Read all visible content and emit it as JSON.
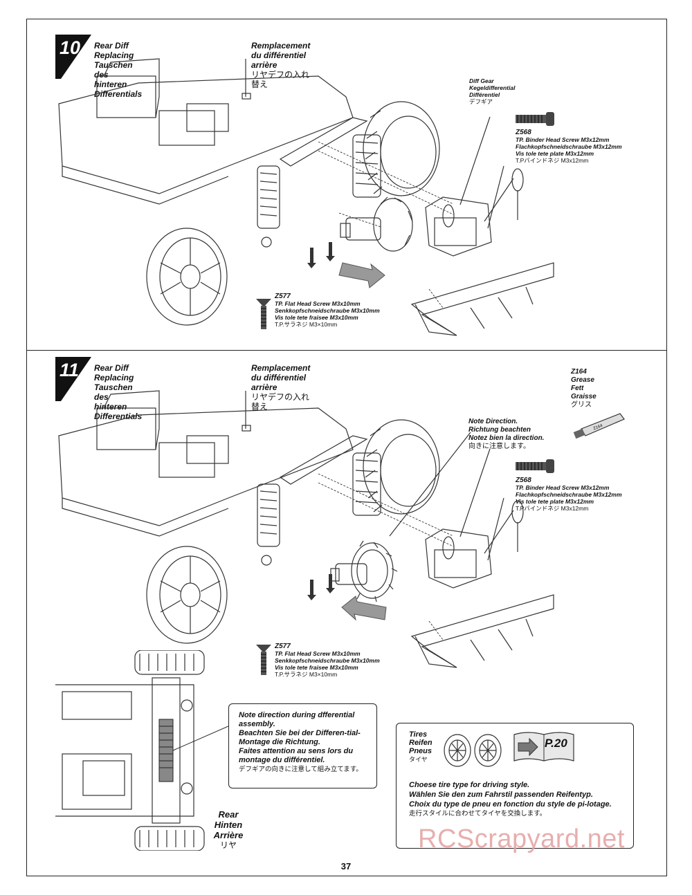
{
  "page_number": "37",
  "watermark": "RCScrapyard.net",
  "steps": [
    {
      "number": "10",
      "title_en": "Rear Diff Replacing",
      "title_de": "Tauschen des hinteren Differentials",
      "title_fr": "Remplacement du différentiel arrière",
      "title_jp": "リヤデフの入れ替え",
      "diff_gear": {
        "en": "Diff Gear",
        "de": "Kegeldifferential",
        "fr": "Différentiel",
        "jp": "デフギア"
      },
      "screw_top": {
        "code": "Z568",
        "en": "TP. Binder Head Screw M3x12mm",
        "de": "Flachkopfschneidschraube M3x12mm",
        "fr": "Vis tole tete plate M3x12mm",
        "jp": "T.Pバインドネジ M3x12mm"
      },
      "screw_bottom": {
        "code": "Z577",
        "en": "TP. Flat Head Screw M3x10mm",
        "de": "Senkkopfschneidschraube M3x10mm",
        "fr": "Vis tole tete fraisee M3x10mm",
        "jp": "T.P.サラネジ M3×10mm"
      }
    },
    {
      "number": "11",
      "title_en": "Rear Diff Replacing",
      "title_de": "Tauschen des hinteren Differentials",
      "title_fr": "Remplacement du différentiel arrière",
      "title_jp": "リヤデフの入れ替え",
      "grease": {
        "code": "Z164",
        "en": "Grease",
        "de": "Fett",
        "fr": "Graisse",
        "jp": "グリス",
        "tube_label": "Z164"
      },
      "note_direction": {
        "en": "Note Direction.",
        "de": "Richtung beachten",
        "fr": "Notez bien la direction.",
        "jp": "向きに注意します。"
      },
      "screw_top": {
        "code": "Z568",
        "en": "TP. Binder Head Screw M3x12mm",
        "de": "Flachkopfschneidschraube M3x12mm",
        "fr": "Vis tole tete plate M3x12mm",
        "jp": "T.Pバインドネジ M3x12mm"
      },
      "screw_bottom": {
        "code": "Z577",
        "en": "TP. Flat Head Screw M3x10mm",
        "de": "Senkkopfschneidschraube M3x10mm",
        "fr": "Vis tole tete fraisee M3x10mm",
        "jp": "T.P.サラネジ M3×10mm"
      }
    }
  ],
  "callout": {
    "en": "Note direction during dfferential assembly.",
    "de": "Beachten Sie bei der Differen-tial-Montage die Richtung.",
    "fr": "Faites attention au sens lors du montage du différentiel.",
    "jp": "デフギアの向きに注意して組み立てます。"
  },
  "rear_label": {
    "en": "Rear",
    "de": "Hinten",
    "fr": "Arrière",
    "jp": "リヤ"
  },
  "tire_box": {
    "label_en": "Tires",
    "label_de": "Reifen",
    "label_fr": "Pneus",
    "label_jp": "タイヤ",
    "page_ref": "P.20",
    "text_en": "Choese tire type for driving style.",
    "text_de": "Wählen Sie den zum Fahrstil passenden Reifentyp.",
    "text_fr": "Choix du type de pneu en fonction du style de pi-lotage.",
    "text_jp": "走行スタイルに合わせてタイヤを交換します。"
  }
}
